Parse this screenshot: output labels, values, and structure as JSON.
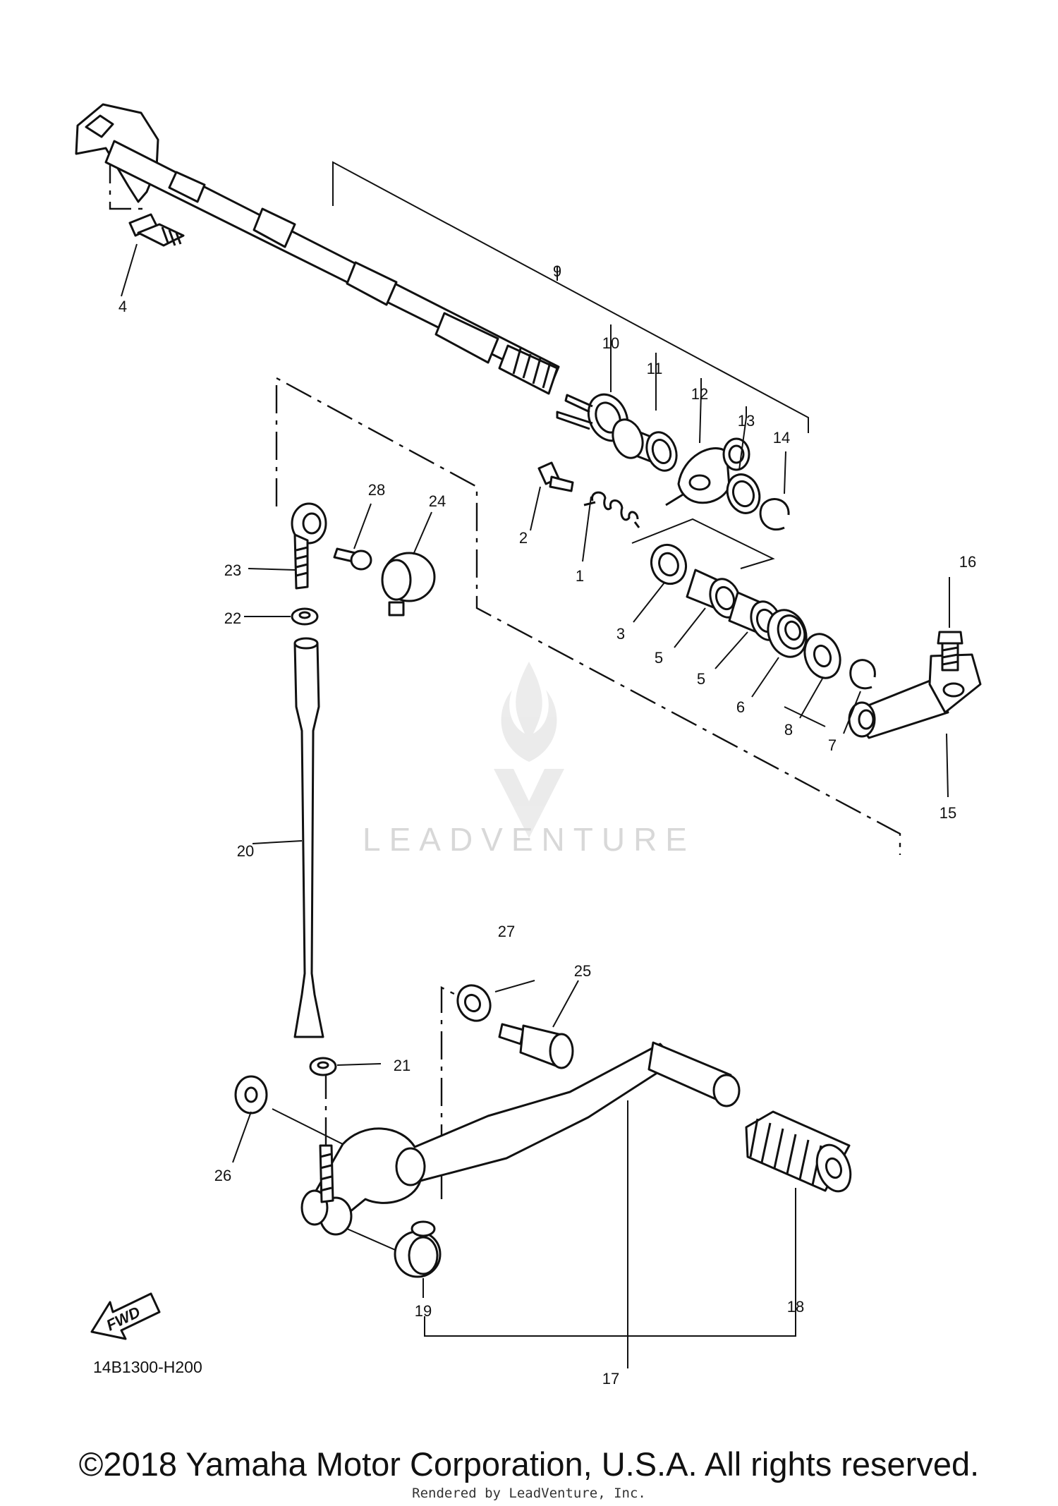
{
  "diagram": {
    "callouts": [
      {
        "id": "c1",
        "label": "1"
      },
      {
        "id": "c2",
        "label": "2"
      },
      {
        "id": "c3",
        "label": "3"
      },
      {
        "id": "c4",
        "label": "4"
      },
      {
        "id": "c5a",
        "label": "5"
      },
      {
        "id": "c5b",
        "label": "5"
      },
      {
        "id": "c6",
        "label": "6"
      },
      {
        "id": "c7",
        "label": "7"
      },
      {
        "id": "c8",
        "label": "8"
      },
      {
        "id": "c9",
        "label": "9"
      },
      {
        "id": "c10",
        "label": "10"
      },
      {
        "id": "c11",
        "label": "11"
      },
      {
        "id": "c12",
        "label": "12"
      },
      {
        "id": "c13",
        "label": "13"
      },
      {
        "id": "c14",
        "label": "14"
      },
      {
        "id": "c15",
        "label": "15"
      },
      {
        "id": "c16",
        "label": "16"
      },
      {
        "id": "c17",
        "label": "17"
      },
      {
        "id": "c18",
        "label": "18"
      },
      {
        "id": "c19",
        "label": "19"
      },
      {
        "id": "c20",
        "label": "20"
      },
      {
        "id": "c21",
        "label": "21"
      },
      {
        "id": "c22",
        "label": "22"
      },
      {
        "id": "c23",
        "label": "23"
      },
      {
        "id": "c24",
        "label": "24"
      },
      {
        "id": "c25",
        "label": "25"
      },
      {
        "id": "c26",
        "label": "26"
      },
      {
        "id": "c27",
        "label": "27"
      },
      {
        "id": "c28",
        "label": "28"
      }
    ],
    "fwd_label": "FWD",
    "diagram_code": "14B1300-H200"
  },
  "watermark": {
    "text": "LEADVENTURE"
  },
  "footer": {
    "copyright": "©2018 Yamaha Motor Corporation, U.S.A. All rights reserved.",
    "rendered_by": "Rendered by LeadVenture, Inc."
  }
}
